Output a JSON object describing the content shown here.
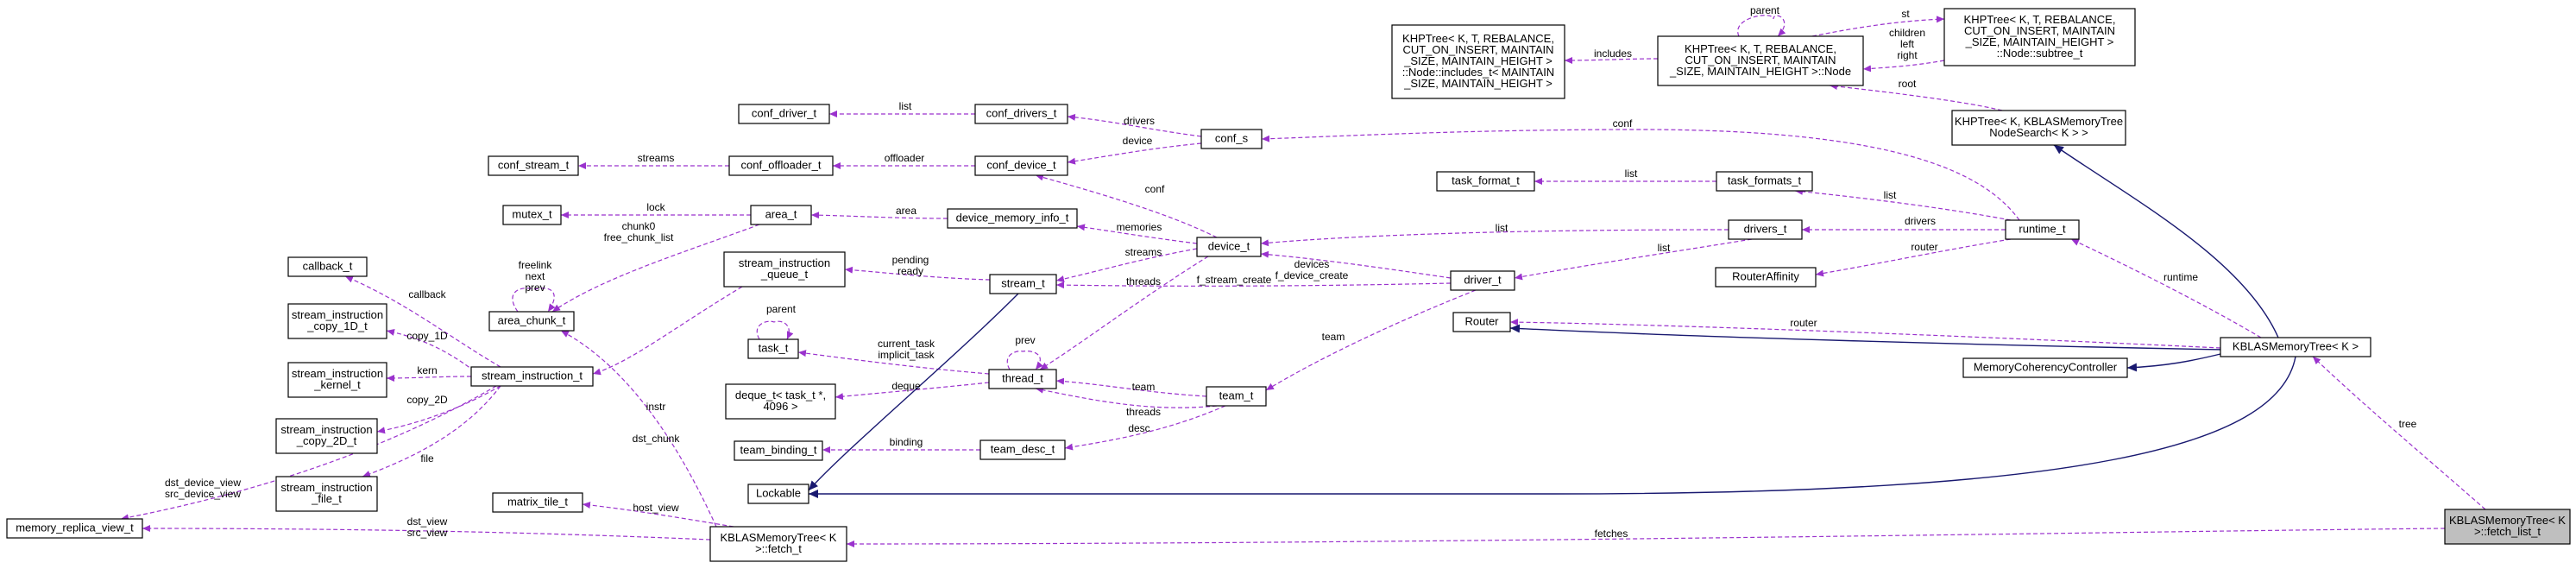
{
  "colors": {
    "usage_edge": "#9a32cd",
    "inheritance_edge": "#191970",
    "highlight_fill": "#bfbfbf",
    "node_fill": "#ffffff"
  },
  "nodes": {
    "khp_includes": [
      "KHPTree< K, T, REBALANCE,",
      "CUT_ON_INSERT, MAINTAIN",
      "_SIZE, MAINTAIN_HEIGHT >",
      "::Node::includes_t< MAINTAIN",
      "_SIZE, MAINTAIN_HEIGHT >"
    ],
    "khp_node": [
      "KHPTree< K, T, REBALANCE,",
      "CUT_ON_INSERT, MAINTAIN",
      "_SIZE, MAINTAIN_HEIGHT >::Node"
    ],
    "khp_subtree": [
      "KHPTree< K, T, REBALANCE,",
      "CUT_ON_INSERT, MAINTAIN",
      "_SIZE, MAINTAIN_HEIGHT >",
      "::Node::subtree_t"
    ],
    "khp_search": [
      "KHPTree< K, KBLASMemoryTree",
      "NodeSearch< K > >"
    ],
    "conf_driver_t": [
      "conf_driver_t"
    ],
    "conf_drivers_t": [
      "conf_drivers_t"
    ],
    "conf_s": [
      "conf_s"
    ],
    "conf_stream_t": [
      "conf_stream_t"
    ],
    "conf_offloader_t": [
      "conf_offloader_t"
    ],
    "conf_device_t": [
      "conf_device_t"
    ],
    "mutex_t": [
      "mutex_t"
    ],
    "area_t": [
      "area_t"
    ],
    "device_memory_info_t": [
      "device_memory_info_t"
    ],
    "task_format_t": [
      "task_format_t"
    ],
    "task_formats_t": [
      "task_formats_t"
    ],
    "drivers_t": [
      "drivers_t"
    ],
    "runtime_t": [
      "runtime_t"
    ],
    "device_t": [
      "device_t"
    ],
    "callback_t": [
      "callback_t"
    ],
    "area_chunk_t": [
      "area_chunk_t"
    ],
    "stream_instruction_queue_t": [
      "stream_instruction",
      "_queue_t"
    ],
    "stream_t": [
      "stream_t"
    ],
    "driver_t": [
      "driver_t"
    ],
    "router_affinity": [
      "RouterAffinity"
    ],
    "router": [
      "Router"
    ],
    "kblas_memory_tree": [
      "KBLASMemoryTree< K >"
    ],
    "stream_instruction_copy_1d": [
      "stream_instruction",
      "_copy_1D_t"
    ],
    "task_t": [
      "task_t"
    ],
    "thread_t": [
      "thread_t"
    ],
    "memory_coherency_controller": [
      "MemoryCoherencyController"
    ],
    "stream_instruction_kernel": [
      "stream_instruction",
      "_kernel_t"
    ],
    "stream_instruction_t": [
      "stream_instruction_t"
    ],
    "deque_t": [
      "deque_t< task_t *,",
      "4096 >"
    ],
    "team_t": [
      "team_t"
    ],
    "stream_instruction_copy_2d": [
      "stream_instruction",
      "_copy_2D_t"
    ],
    "team_binding_t": [
      "team_binding_t"
    ],
    "team_desc_t": [
      "team_desc_t"
    ],
    "stream_instruction_file": [
      "stream_instruction",
      "_file_t"
    ],
    "lockable": [
      "Lockable"
    ],
    "matrix_tile_t": [
      "matrix_tile_t"
    ],
    "memory_replica_view_t": [
      "memory_replica_view_t"
    ],
    "kblas_fetch_t": [
      "KBLASMemoryTree< K",
      ">::fetch_t"
    ],
    "kblas_fetch_list_t": [
      "KBLASMemoryTree< K",
      ">::fetch_list_t"
    ]
  },
  "edge_labels": {
    "parent_node": "parent",
    "st": "st",
    "children": "children\nleft\nright",
    "includes": "includes",
    "root": "root",
    "list_conf_driver": "list",
    "drivers_conf": "drivers",
    "device_conf": "device",
    "conf": "conf",
    "streams_conf": "streams",
    "offloader": "offloader",
    "lock": "lock",
    "chunk0": "chunk0\nfree_chunk_list",
    "area": "area",
    "conf_device": "conf",
    "list_task_format": "list",
    "list_runtime": "list",
    "list_device": "list",
    "drivers_runtime": "drivers",
    "memories": "memories",
    "list_driver": "list",
    "devices": "devices\nf_device_create",
    "router_runtime": "router",
    "callback": "callback",
    "freelink": "freelink\nnext\nprev",
    "pending": "pending\nready",
    "streams_device": "streams",
    "f_stream_create": "f_stream_create",
    "threads_device": "threads",
    "runtime": "runtime",
    "router_kblas": "router",
    "copy_1d": "copy_1D",
    "parent_task": "parent",
    "current_task": "current_task\nimplicit_task",
    "prev": "prev",
    "team_driver": "team",
    "kern": "kern",
    "instr": "instr",
    "deque": "deque",
    "team_thread": "team",
    "copy_2d": "copy_2D",
    "threads_team": "threads",
    "desc": "desc",
    "tree": "tree",
    "dst_chunk": "dst_chunk",
    "file": "file",
    "binding": "binding",
    "dst_device_view": "dst_device_view\nsrc_device_view",
    "host_view": "host_view",
    "dst_view": "dst_view\nsrc_view",
    "fetches": "fetches"
  }
}
